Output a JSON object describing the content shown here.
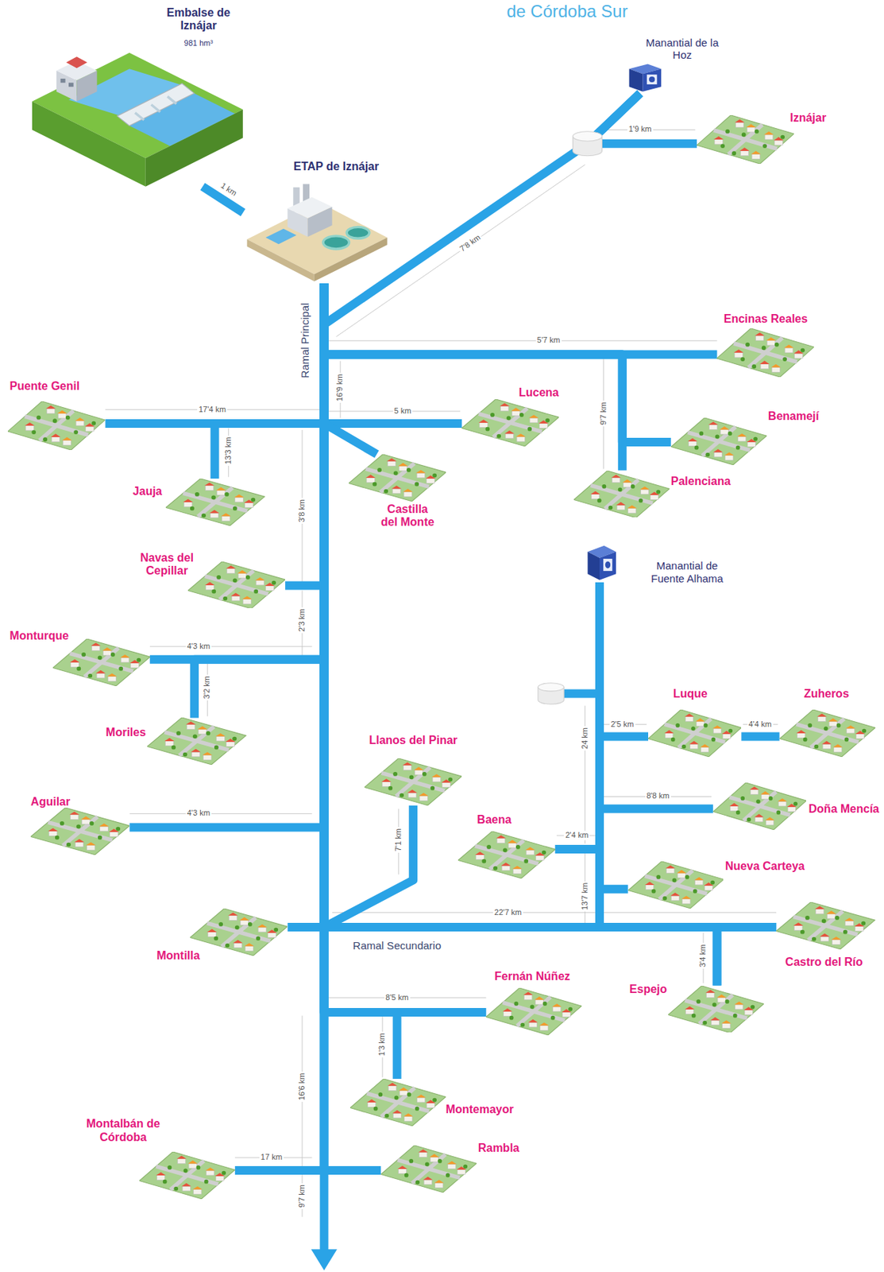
{
  "diagram": {
    "title": "de Córdoba Sur",
    "nodes": [
      {
        "text": [
          "Embalse de Iznájar",
          "981 hm³"
        ]
      },
      {
        "text": [
          "ETAP de Iznájar"
        ]
      },
      {
        "text": [
          "Manantial de la Hoz"
        ]
      },
      {
        "text": [
          "Iznájar"
        ]
      },
      {
        "text": [
          "Encinas Reales"
        ]
      },
      {
        "text": [
          "Benamejí"
        ]
      },
      {
        "text": [
          "Palenciana"
        ]
      },
      {
        "text": [
          "Puente Genil"
        ]
      },
      {
        "text": [
          "Lucena"
        ]
      },
      {
        "text": [
          "Jauja"
        ]
      },
      {
        "text": [
          "Castilla del Monte"
        ]
      },
      {
        "text": [
          "Navas del Cepillar"
        ]
      },
      {
        "text": [
          "Monturque"
        ]
      },
      {
        "text": [
          "Moriles"
        ]
      },
      {
        "text": [
          "Manantial de Fuente Alhama"
        ]
      },
      {
        "text": [
          "Luque"
        ]
      },
      {
        "text": [
          "Zuheros"
        ]
      },
      {
        "text": [
          "Llanos del Pinar"
        ]
      },
      {
        "text": [
          "Doña Mencía"
        ]
      },
      {
        "text": [
          "Aguilar"
        ]
      },
      {
        "text": [
          "Baena"
        ]
      },
      {
        "text": [
          "Nueva Carteya"
        ]
      },
      {
        "text": [
          "Montilla"
        ]
      },
      {
        "text": [
          "Castro del Río"
        ]
      },
      {
        "text": [
          "Espejo"
        ]
      },
      {
        "text": [
          "Fernán Núñez"
        ]
      },
      {
        "text": [
          "Montemayor"
        ]
      },
      {
        "text": [
          "Montalbán de Córdoba"
        ]
      },
      {
        "text": [
          "Rambla"
        ]
      }
    ],
    "edges": [
      {
        "from": 0,
        "to": 1,
        "arrow": "none"
      },
      {
        "from": 1,
        "to": 2,
        "arrow": "none"
      },
      {
        "from": 2,
        "to": 3,
        "arrow": "none"
      },
      {
        "from": 1,
        "to": 4,
        "arrow": "none"
      },
      {
        "from": 1,
        "to": 5,
        "arrow": "none"
      },
      {
        "from": 1,
        "to": 6,
        "arrow": "none"
      },
      {
        "from": 1,
        "to": 8,
        "arrow": "none"
      },
      {
        "from": 1,
        "to": 10,
        "arrow": "none"
      },
      {
        "from": 1,
        "to": 7,
        "arrow": "none"
      },
      {
        "from": 1,
        "to": 9,
        "arrow": "none"
      },
      {
        "from": 1,
        "to": 11,
        "arrow": "none"
      },
      {
        "from": 1,
        "to": 12,
        "arrow": "none"
      },
      {
        "from": 1,
        "to": 13,
        "arrow": "none"
      },
      {
        "from": 1,
        "to": 19,
        "arrow": "none"
      },
      {
        "from": 1,
        "to": 17,
        "arrow": "none"
      },
      {
        "from": 1,
        "to": 22,
        "arrow": "none"
      },
      {
        "from": 1,
        "to": 23,
        "arrow": "none"
      },
      {
        "from": 1,
        "to": 24,
        "arrow": "none"
      },
      {
        "from": 1,
        "to": 25,
        "arrow": "none"
      },
      {
        "from": 1,
        "to": 26,
        "arrow": "none"
      },
      {
        "from": 1,
        "to": 27,
        "arrow": "none"
      },
      {
        "from": 1,
        "to": 28,
        "arrow": "none"
      },
      {
        "from": 14,
        "to": 15,
        "arrow": "none"
      },
      {
        "from": 15,
        "to": 16,
        "arrow": "none"
      },
      {
        "from": 14,
        "to": 18,
        "arrow": "none"
      },
      {
        "from": 14,
        "to": 20,
        "arrow": "none"
      },
      {
        "from": 14,
        "to": 21,
        "arrow": "none"
      },
      {
        "from": 14,
        "to": 23,
        "arrow": "none"
      },
      {
        "from": 14,
        "to": 24,
        "arrow": "none"
      }
    ],
    "labels": [
      "1 km",
      "7'8 km",
      "1'9 km",
      "Ramal Principal",
      "5'7 km",
      "16'9 km",
      "9'7 km",
      "5 km",
      "17'4 km",
      "13'3 km",
      "3'8 km",
      "2'3 km",
      "4'3 km",
      "3'2 km",
      "4'3 km",
      "7'1 km",
      "2'5 km",
      "4'4 km",
      "24 km",
      "8'8 km",
      "2'4 km",
      "13'7 km",
      "22'7 km",
      "Ramal Secundario",
      "3'4 km",
      "8'5 km",
      "1'3 km",
      "16'6 km",
      "17 km",
      "9'7 km"
    ]
  }
}
